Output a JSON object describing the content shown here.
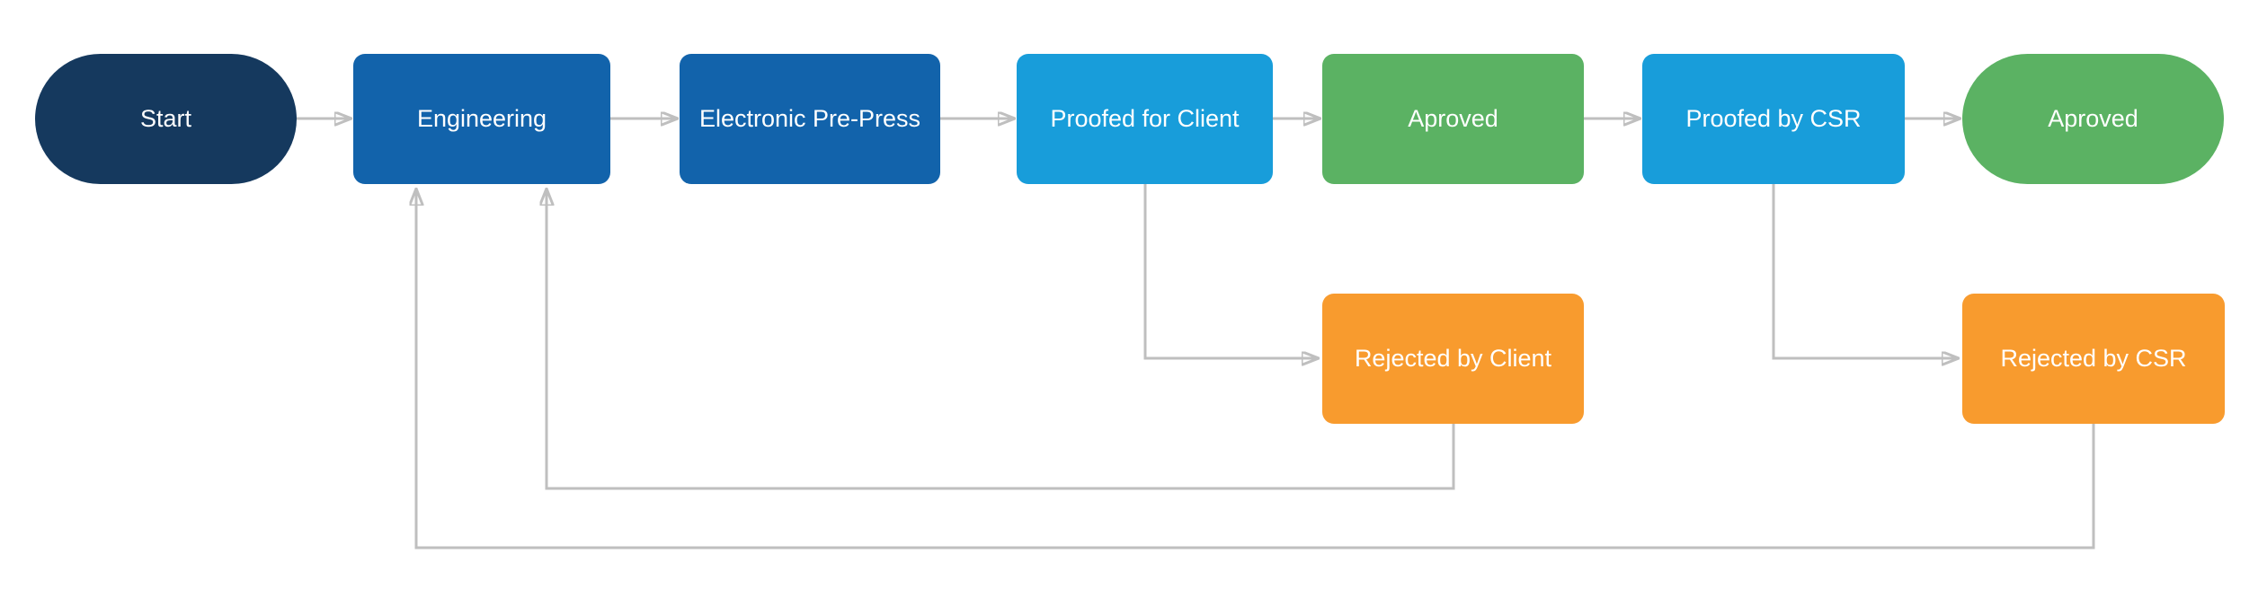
{
  "diagram": {
    "title": "Proofing workflow flowchart",
    "background": "#ffffff",
    "colors": {
      "start_navy": "#15395e",
      "process_blue": "#1263ab",
      "proof_blue": "#189dda",
      "approved_green": "#5bb263",
      "rejected_orange": "#f89b2e",
      "connector_gray": "#bfbfbf",
      "label_text": "#ffffff"
    },
    "nodes": [
      {
        "id": "start",
        "label": "Start",
        "shape": "pill",
        "color": "#15395e"
      },
      {
        "id": "engineering",
        "label": "Engineering",
        "shape": "rect",
        "color": "#1263ab"
      },
      {
        "id": "electronic-pre-press",
        "label": "Electronic Pre-Press",
        "shape": "rect",
        "color": "#1263ab"
      },
      {
        "id": "proofed-for-client",
        "label": "Proofed for Client",
        "shape": "rect",
        "color": "#189dda"
      },
      {
        "id": "aproved-client",
        "label": "Aproved",
        "shape": "rect",
        "color": "#5bb263"
      },
      {
        "id": "proofed-by-csr",
        "label": "Proofed by CSR",
        "shape": "rect",
        "color": "#189dda"
      },
      {
        "id": "aproved-final",
        "label": "Aproved",
        "shape": "pill",
        "color": "#5bb263"
      },
      {
        "id": "rejected-by-client",
        "label": "Rejected by Client",
        "shape": "rect",
        "color": "#f89b2e"
      },
      {
        "id": "rejected-by-csr",
        "label": "Rejected by CSR",
        "shape": "rect",
        "color": "#f89b2e"
      }
    ],
    "edges": [
      {
        "from": "start",
        "to": "engineering"
      },
      {
        "from": "engineering",
        "to": "electronic-pre-press"
      },
      {
        "from": "electronic-pre-press",
        "to": "proofed-for-client"
      },
      {
        "from": "proofed-for-client",
        "to": "aproved-client"
      },
      {
        "from": "aproved-client",
        "to": "proofed-by-csr"
      },
      {
        "from": "proofed-by-csr",
        "to": "aproved-final"
      },
      {
        "from": "proofed-for-client",
        "to": "rejected-by-client"
      },
      {
        "from": "proofed-by-csr",
        "to": "rejected-by-csr"
      },
      {
        "from": "rejected-by-client",
        "to": "engineering"
      },
      {
        "from": "rejected-by-csr",
        "to": "engineering"
      }
    ]
  }
}
